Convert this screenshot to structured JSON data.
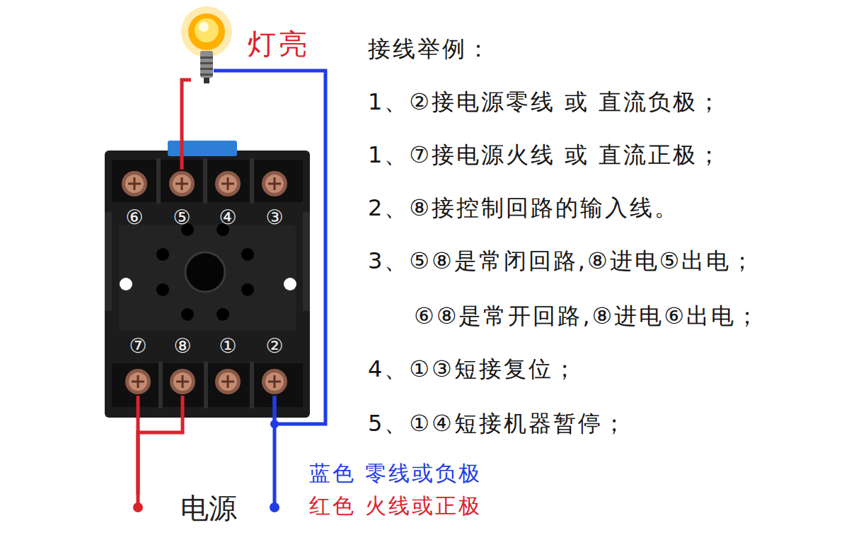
{
  "diagram": {
    "nodes": [
      {
        "text": [
          "灯亮"
        ]
      },
      {
        "text": [
          "⑥"
        ]
      },
      {
        "text": [
          "⑤"
        ]
      },
      {
        "text": [
          "④"
        ]
      },
      {
        "text": [
          "③"
        ]
      },
      {
        "text": [
          "⑦"
        ]
      },
      {
        "text": [
          "⑧"
        ]
      },
      {
        "text": [
          "①"
        ]
      },
      {
        "text": [
          "②"
        ]
      },
      {
        "text": [
          "电源"
        ]
      }
    ],
    "edges": [
      {
        "from": 0,
        "to": 2,
        "arrow": "none"
      },
      {
        "from": 0,
        "to": 8,
        "arrow": "none"
      },
      {
        "from": 9,
        "to": 5,
        "arrow": "none"
      },
      {
        "from": 9,
        "to": 6,
        "arrow": "none"
      },
      {
        "from": 9,
        "to": 8,
        "arrow": "none"
      }
    ],
    "labels": [
      "接线举例：",
      "1、②接电源零线 或 直流负极；",
      "1、⑦接电源火线 或 直流正极；",
      "2、⑧接控制回路的输入线。",
      "3、⑤⑧是常闭回路,⑧进电⑤出电；",
      "⑥⑧是常开回路,⑧进电⑥出电；",
      "4、①③短接复位；",
      "5、①④短接机器暂停；",
      "蓝色 零线或负极",
      "红色 火线或正极"
    ]
  }
}
